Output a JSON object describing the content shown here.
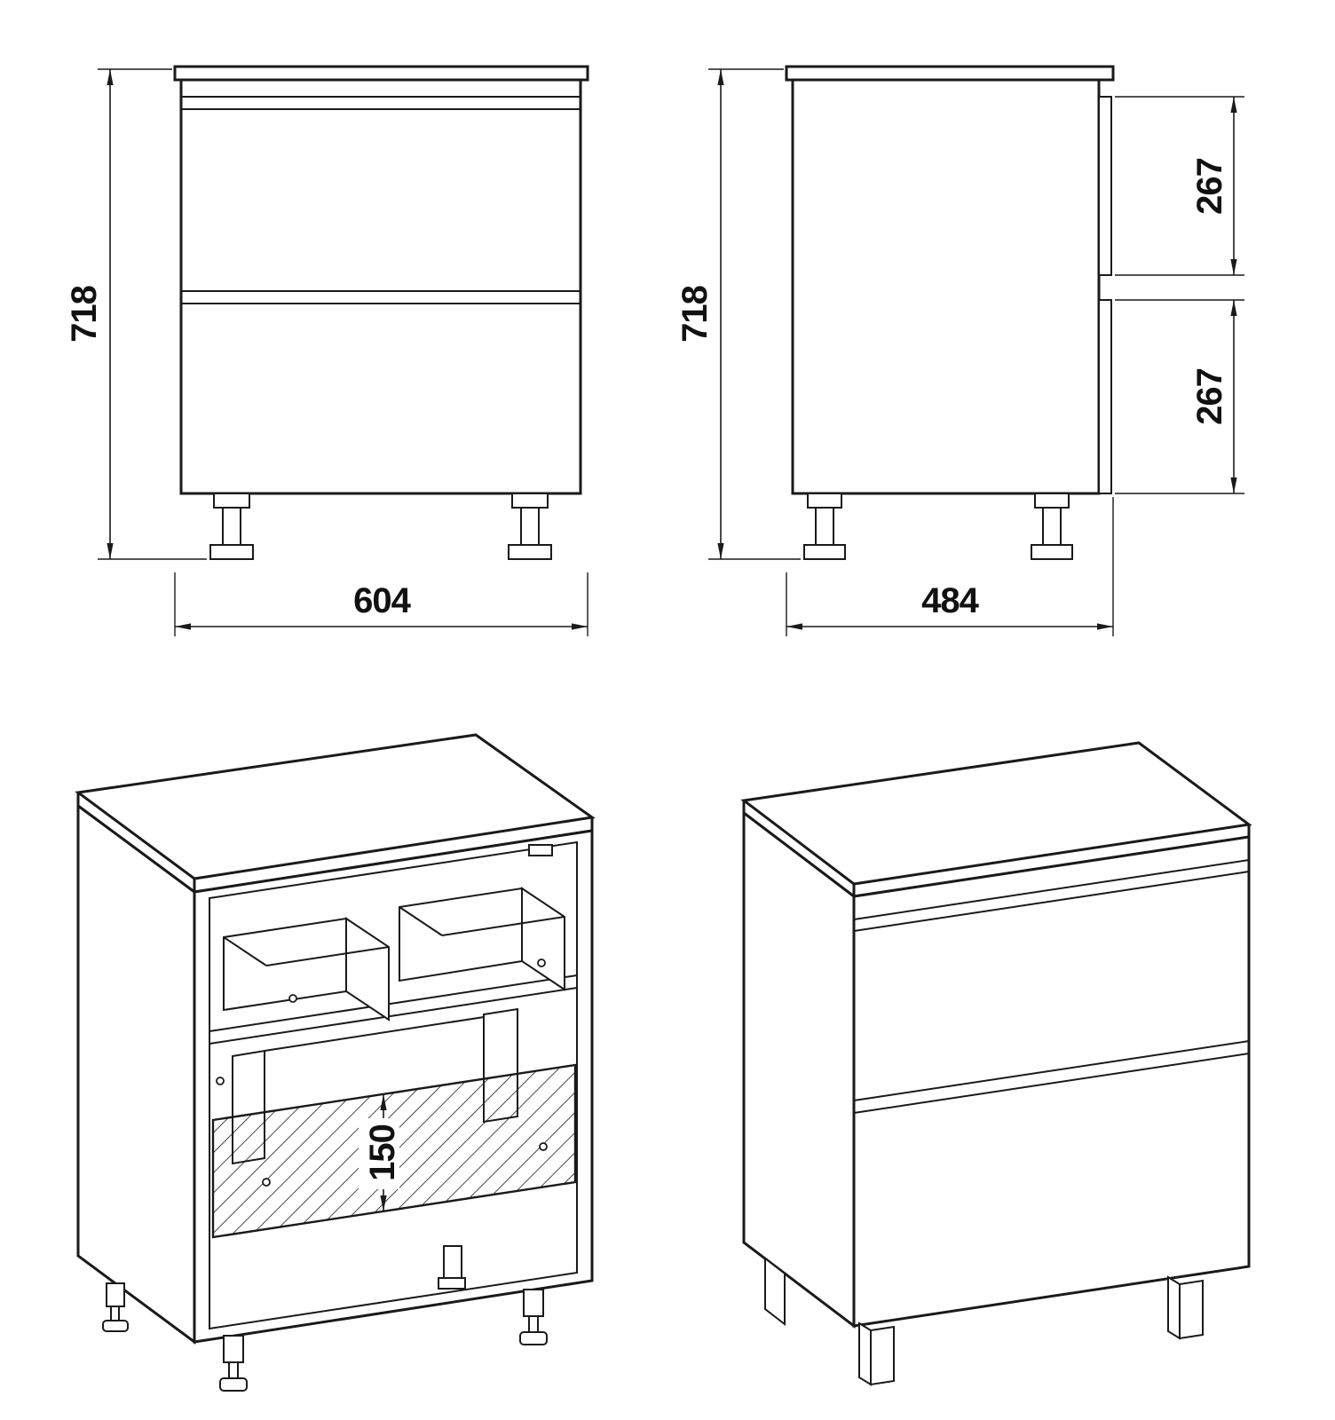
{
  "colors": {
    "background": "#ffffff",
    "line": "#1a1a1a",
    "text": "#111111"
  },
  "views": {
    "front": {
      "height": "718",
      "width": "604"
    },
    "side": {
      "height": "718",
      "depth": "484",
      "drawer_top": "267",
      "drawer_bottom": "267"
    },
    "iso_open": {
      "bottom_panel_height": "150"
    }
  }
}
